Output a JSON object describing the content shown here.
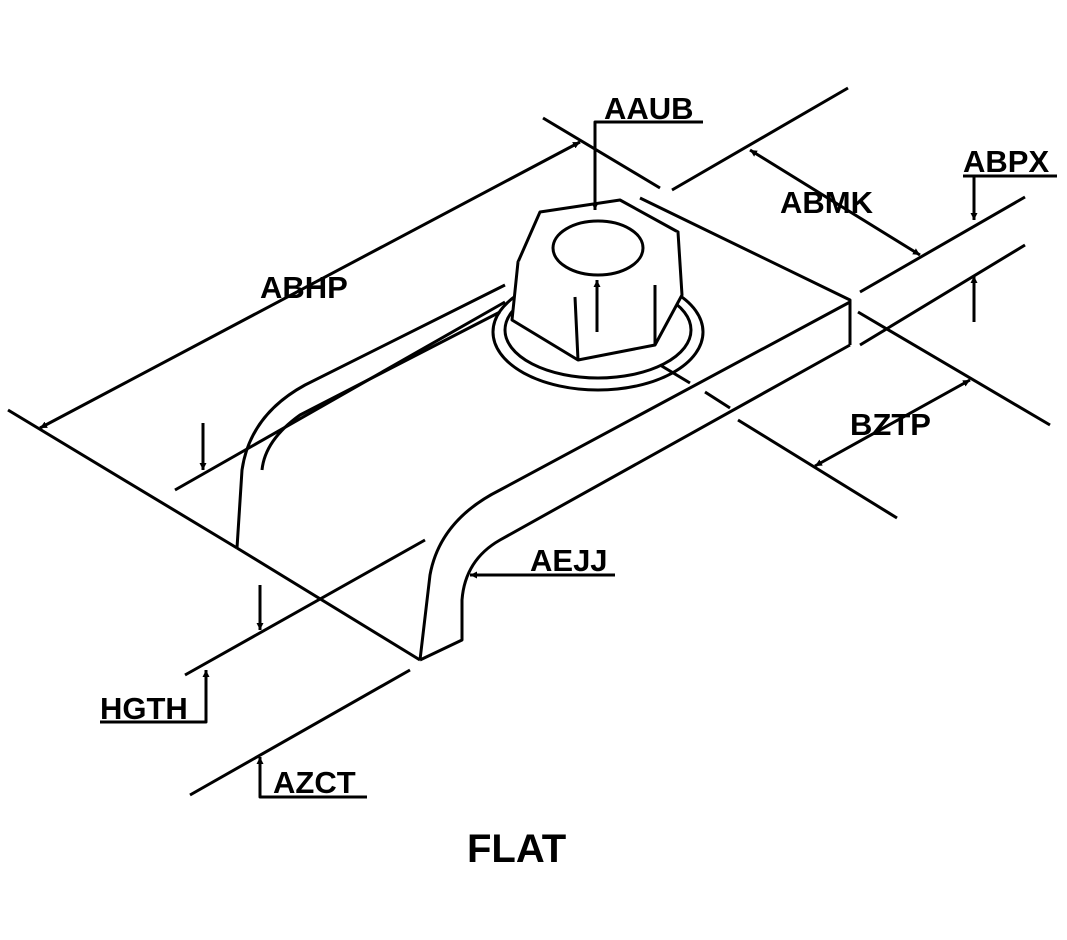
{
  "title": "FLAT",
  "labels": {
    "aaub": "AAUB",
    "abhp": "ABHP",
    "abmk": "ABMK",
    "abpx": "ABPX",
    "bztp": "BZTP",
    "aejj": "AEJJ",
    "hgth": "HGTH",
    "azct": "AZCT"
  }
}
